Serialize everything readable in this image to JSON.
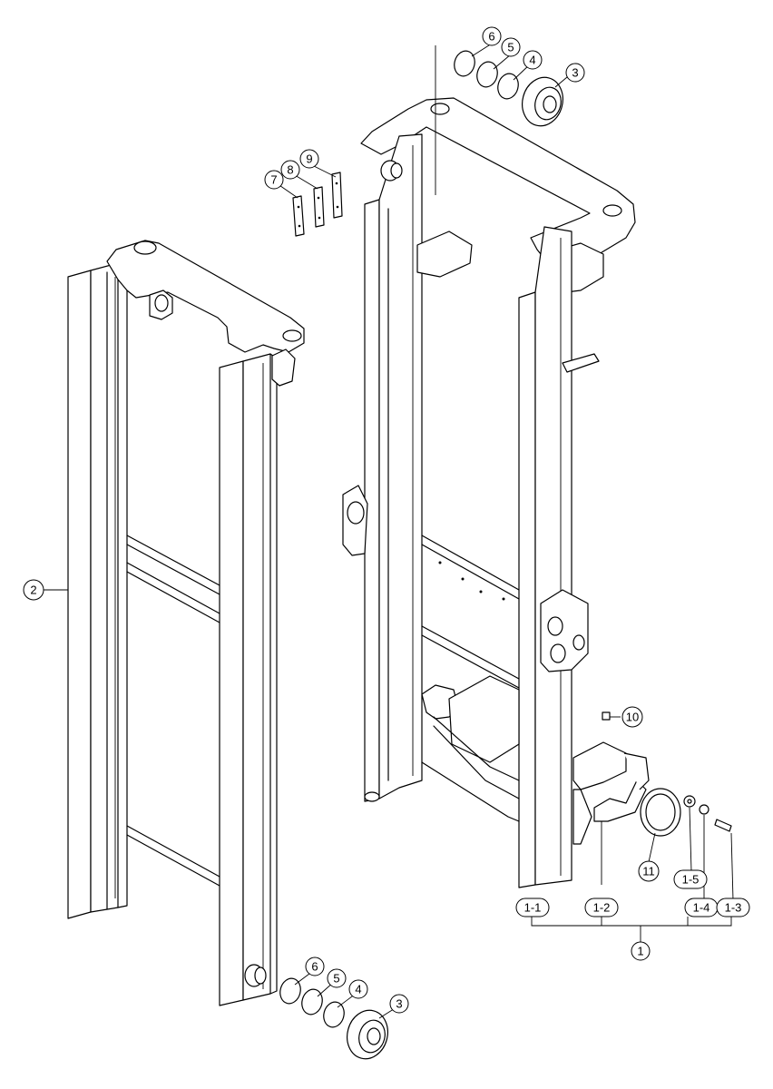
{
  "callouts": [
    {
      "id": "c-6-top",
      "text": "6"
    },
    {
      "id": "c-5-top",
      "text": "5"
    },
    {
      "id": "c-4-top",
      "text": "4"
    },
    {
      "id": "c-3-top",
      "text": "3"
    },
    {
      "id": "c-9",
      "text": "9"
    },
    {
      "id": "c-8",
      "text": "8"
    },
    {
      "id": "c-7",
      "text": "7"
    },
    {
      "id": "c-2",
      "text": "2"
    },
    {
      "id": "c-10",
      "text": "10"
    },
    {
      "id": "c-11",
      "text": "11"
    },
    {
      "id": "c-1-5",
      "text": "1-5"
    },
    {
      "id": "c-1-1",
      "text": "1-1"
    },
    {
      "id": "c-1-2",
      "text": "1-2"
    },
    {
      "id": "c-1-4",
      "text": "1-4"
    },
    {
      "id": "c-1-3",
      "text": "1-3"
    },
    {
      "id": "c-1",
      "text": "1"
    },
    {
      "id": "c-6-bot",
      "text": "6"
    },
    {
      "id": "c-5-bot",
      "text": "5"
    },
    {
      "id": "c-4-bot",
      "text": "4"
    },
    {
      "id": "c-3-bot",
      "text": "3"
    }
  ]
}
